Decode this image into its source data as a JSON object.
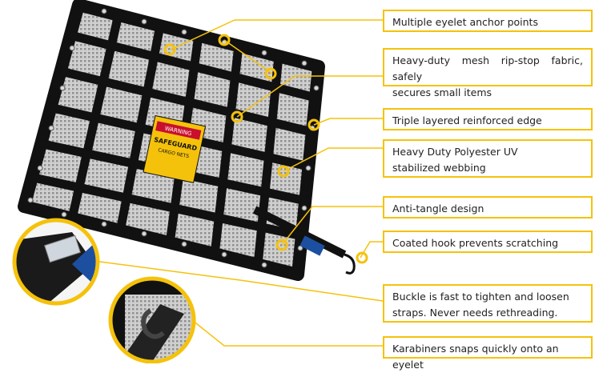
{
  "accent_color": "#f5c20b",
  "callouts": [
    {
      "text": "Multiple eyelet anchor points"
    },
    {
      "line1": "Heavy-duty mesh rip-stop fabric, safely",
      "line2": "secures small items"
    },
    {
      "text": "Triple layered reinforced edge"
    },
    {
      "line1": "Heavy Duty Polyester UV",
      "line2": "stabilized webbing"
    },
    {
      "text": "Anti-tangle design"
    },
    {
      "text": "Coated hook prevents scratching"
    },
    {
      "line1": "Buckle is fast to tighten and loosen",
      "line2": "straps. Never needs rethreading."
    },
    {
      "text": "Karabiners snaps quickly onto an eyelet"
    }
  ],
  "product_label": {
    "brand": "SAFEGUARD",
    "line2": "CARGO NETS",
    "warning": "WARNING"
  }
}
